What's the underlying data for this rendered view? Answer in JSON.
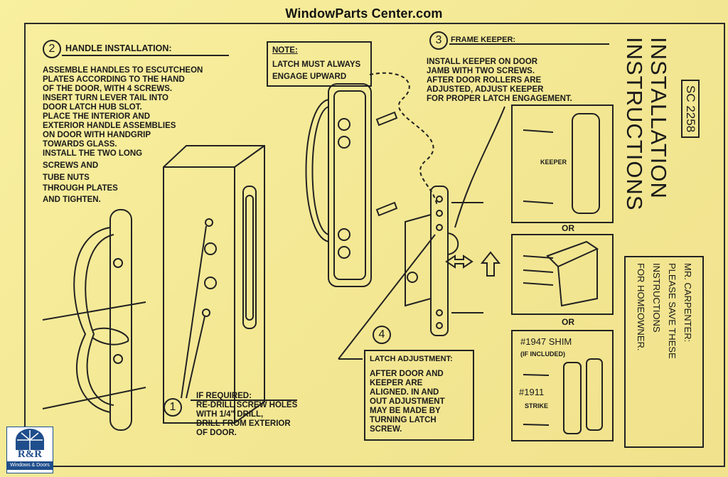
{
  "header": {
    "site": "WindowParts Center.com"
  },
  "title": {
    "line1": "INSTALLATION",
    "line2": "INSTRUCTIONS",
    "model": "SC 2258"
  },
  "step2": {
    "num": "2",
    "heading": "HANDLE INSTALLATION:",
    "lines": [
      "ASSEMBLE HANDLES TO ESCUTCHEON",
      "PLATES ACCORDING TO THE HAND",
      "OF THE DOOR, WITH 4 SCREWS.",
      "INSERT TURN LEVER TAIL INTO",
      "DOOR LATCH HUB SLOT.",
      "PLACE THE INTERIOR AND",
      "EXTERIOR HANDLE ASSEMBLIES",
      "ON DOOR WITH HANDGRIP",
      "TOWARDS GLASS.",
      "INSTALL THE TWO LONG",
      "SCREWS AND",
      "TUBE NUTS",
      "THROUGH PLATES",
      "AND TIGHTEN."
    ]
  },
  "note": {
    "heading": "NOTE:",
    "line1": "LATCH MUST ALWAYS",
    "line2": "ENGAGE UPWARD"
  },
  "step3": {
    "num": "3",
    "heading": "FRAME KEEPER:",
    "lines": [
      "INSTALL KEEPER ON DOOR",
      "JAMB WITH TWO SCREWS.",
      "AFTER DOOR ROLLERS ARE",
      "ADJUSTED, ADJUST KEEPER",
      "FOR PROPER LATCH ENGAGEMENT."
    ]
  },
  "keeper": {
    "label": "KEEPER",
    "or1": "OR",
    "or2": "OR"
  },
  "shim": {
    "label1": "#1947 SHIM",
    "label1_sub": "(IF INCLUDED)",
    "label2": "#1911",
    "label2_sub": "STRIKE"
  },
  "step1": {
    "num": "1",
    "heading": "IF REQUIRED:",
    "lines": [
      "RE-DRILL SCREW HOLES",
      "WITH 1/4\" DRILL,",
      "DRILL FROM EXTERIOR",
      "OF DOOR."
    ]
  },
  "step4": {
    "num": "4",
    "heading": "LATCH ADJUSTMENT:",
    "lines": [
      "AFTER DOOR AND",
      "KEEPER ARE",
      "ALIGNED. IN AND",
      "OUT ADJUSTMENT",
      "MAY BE MADE BY",
      "TURNING LATCH",
      "SCREW."
    ]
  },
  "carpenter": {
    "lines": [
      "MR. CARPENTER:",
      "PLEASE SAVE THESE",
      "INSTRUCTIONS",
      "FOR HOMEOWNER."
    ]
  },
  "logo": {
    "name": "R&R",
    "sub": "Windows & Doors",
    "color": "#1f4e8c"
  }
}
